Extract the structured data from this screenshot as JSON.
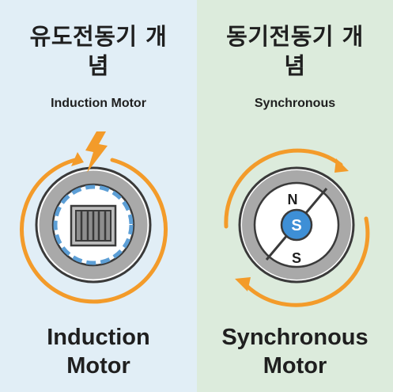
{
  "left": {
    "title_line1": "유도전동기 개",
    "title_line2": "념",
    "subtitle": "Induction Motor",
    "caption_line1": "Induction",
    "caption_line2": "Motor"
  },
  "right": {
    "title_line1": "동기전동기 개",
    "title_line2": "념",
    "subtitle": "Synchronous",
    "caption_line1": "Synchronous",
    "caption_line2": "Motor",
    "pole_north": "N",
    "pole_center": "S",
    "pole_south": "S"
  },
  "colors": {
    "left_bg": "#e1eef6",
    "right_bg": "#dcebdc",
    "arrow_orange": "#f39b2a",
    "ring_gray": "#a9a9a9",
    "dashed_blue": "#5d9fd6",
    "rotor_blue": "#3e8fd6",
    "outline": "#3a3a3a"
  },
  "icons": [
    "lightning-bolt-icon",
    "rotation-arrow-icon",
    "squirrel-cage-rotor-icon",
    "magnet-rotor-icon"
  ]
}
